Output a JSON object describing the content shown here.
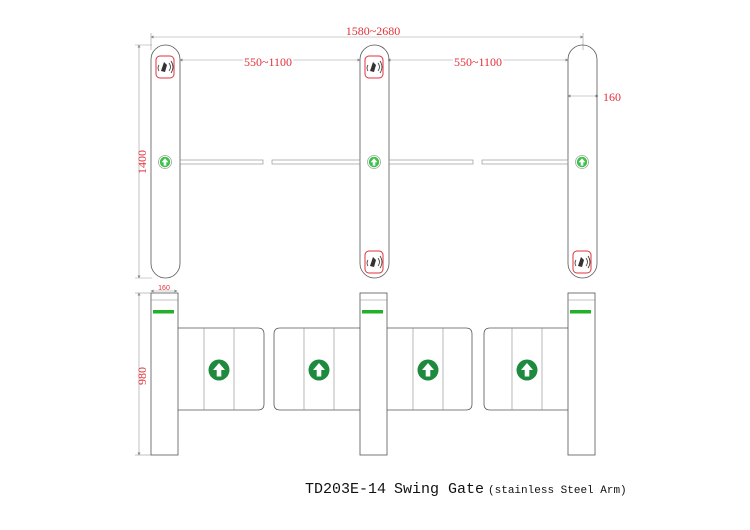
{
  "dimensions": {
    "total_width": "1580~2680",
    "span_left": "550~1100",
    "span_right": "550~1100",
    "post_width_top": "160",
    "post_width_front": "160",
    "length": "1400",
    "height": "980"
  },
  "title": {
    "model": "TD203E-14",
    "name": "Swing Gate",
    "note": "(stainless Steel Arm)"
  },
  "colors": {
    "dimension_text": "#e0303a",
    "indicator_green": "#22b02a",
    "arrow_badge": "#1d8a3e",
    "reader_red": "#e0303a"
  },
  "icons": {
    "reader": "card-reader-icon",
    "direction": "up-arrow-icon",
    "indicator": "green-light-bar"
  }
}
